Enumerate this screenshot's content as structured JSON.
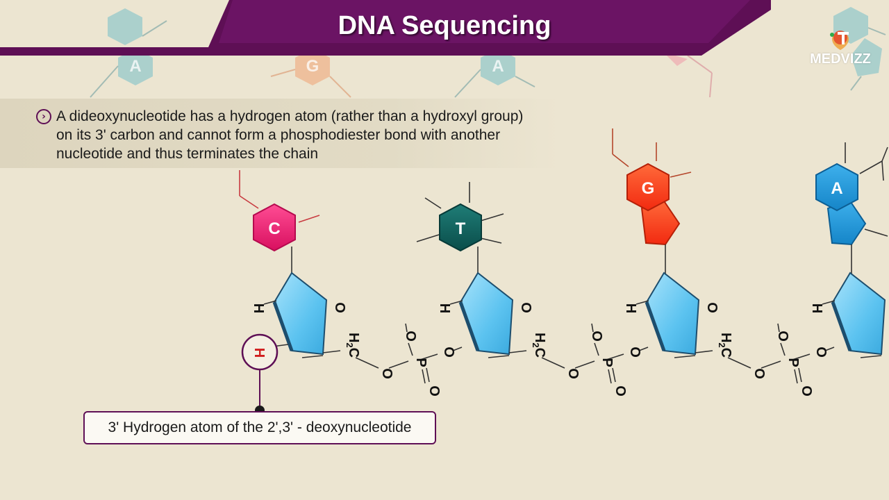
{
  "title": "DNA Sequencing",
  "logo": {
    "text": "MEDVIZZ",
    "icon": "medvizz-logo-icon"
  },
  "bullet": {
    "icon": "chevron-right-circle-icon",
    "text": "A dideoxynucleotide has a hydrogen atom (rather than a hydroxyl group) on its 3' carbon and cannot form a phosphodiester bond with another nucleotide and thus terminates the chain"
  },
  "callout": "3' Hydrogen atom of the 2',3' - deoxynucleotide",
  "background_bases": [
    "A",
    "G",
    "A"
  ],
  "nucleotides": [
    {
      "base": "C",
      "color": "#e8156c"
    },
    {
      "base": "T",
      "color": "#0e5a56"
    },
    {
      "base": "G",
      "color": "#f5381a"
    },
    {
      "base": "A",
      "color": "#1a8fd2"
    }
  ],
  "atoms": {
    "hydrogen": "H",
    "oxygen": "O",
    "methylene": "H2C",
    "phosphorus": "P"
  },
  "colors": {
    "header": "#5e0f55",
    "sugar": "#5cc3f0",
    "highlight": "#d01d1d",
    "background": "#ece5d1"
  }
}
